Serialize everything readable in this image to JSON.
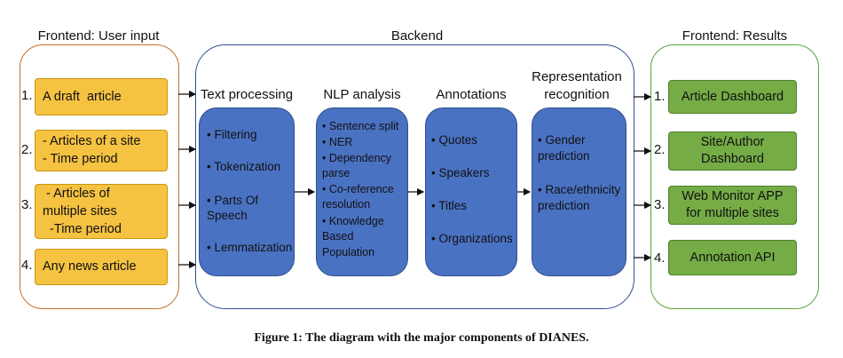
{
  "sections": {
    "frontend_input": "Frontend: User input",
    "backend": "Backend",
    "frontend_results": "Frontend: Results"
  },
  "inputs": [
    {
      "number": "1.",
      "lines": [
        "A draft  article"
      ]
    },
    {
      "number": "2.",
      "lines": [
        "- Articles of a site",
        "- Time period"
      ]
    },
    {
      "number": "3.",
      "lines": [
        " - Articles of",
        "multiple sites",
        "  -Time period"
      ]
    },
    {
      "number": "4.",
      "lines": [
        "Any news article"
      ]
    }
  ],
  "stages": [
    {
      "title": "Text processing",
      "items": [
        "• Filtering",
        "• Tokenization",
        "• Parts Of",
        "  Speech",
        "• Lemmatization"
      ]
    },
    {
      "title": "NLP analysis",
      "items": [
        "• Sentence split",
        "• NER",
        "• Dependency",
        "  parse",
        "• Co-reference",
        "  resolution",
        "• Knowledge",
        "  Based",
        "  Population"
      ]
    },
    {
      "title": "Annotations",
      "items": [
        "• Quotes",
        "• Speakers",
        "• Titles",
        "• Organizations"
      ]
    },
    {
      "title_lines": [
        "Representation",
        "recognition"
      ],
      "items": [
        "• Gender",
        "  prediction",
        "• Race/ethnicity",
        "  prediction"
      ]
    }
  ],
  "results": [
    {
      "number": "1.",
      "lines": [
        "Article Dashboard"
      ]
    },
    {
      "number": "2.",
      "lines": [
        "Site/Author",
        "Dashboard"
      ]
    },
    {
      "number": "3.",
      "lines": [
        "Web Monitor APP",
        "for multiple sites"
      ]
    },
    {
      "number": "4.",
      "lines": [
        "Annotation API"
      ]
    }
  ],
  "caption": "Figure 1: The diagram with the major components of DIANES.",
  "colors": {
    "input_fill": "#f5c242",
    "stage_fill": "#4a72c3",
    "result_fill": "#75ac46",
    "input_group_border": "#c2712b",
    "backend_group_border": "#2f4f8f",
    "results_group_border": "#5aa33b"
  }
}
